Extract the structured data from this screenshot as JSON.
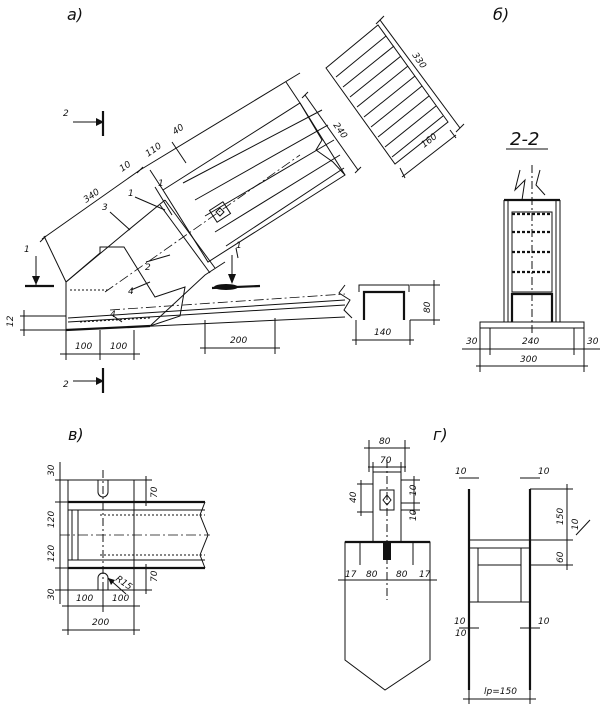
{
  "view_labels": {
    "a": "а)",
    "b": "б)",
    "v": "в)",
    "g": "г)"
  },
  "section": {
    "title": "2-2",
    "marker": "2"
  },
  "cut_markers": {
    "one": "1",
    "two": "2"
  },
  "leaders": {
    "l1": "1",
    "l2": "2",
    "l3": "3",
    "l4": "4"
  },
  "dims_a": {
    "d340": "340",
    "d10": "10",
    "d110": "110",
    "d40": "40",
    "d240": "240",
    "d12": "12",
    "d100a": "100",
    "d100b": "100",
    "d200": "200",
    "d140": "140",
    "d80": "80"
  },
  "dims_b": {
    "d330": "330",
    "d160": "160"
  },
  "dims_s": {
    "d240": "240",
    "d30l": "30",
    "d30r": "30",
    "d300": "300"
  },
  "dims_v": {
    "d30t": "30",
    "d120t": "120",
    "d120b": "120",
    "d30b": "30",
    "d70t": "70",
    "d70b": "70",
    "r15": "R15",
    "d100a": "100",
    "d100b": "100",
    "d200": "200"
  },
  "dims_g": {
    "d80": "80",
    "d70": "70",
    "d40": "40",
    "d10a": "10",
    "d10b": "10",
    "d17l": "17",
    "d80l": "80",
    "d80r": "80",
    "d17r": "17",
    "d10l": "10",
    "d10r": "10",
    "d150": "150",
    "d60": "60",
    "d10tl": "10",
    "d10tr": "10",
    "d10ml": "10",
    "d10mr": "10",
    "lp": "lр=150"
  }
}
